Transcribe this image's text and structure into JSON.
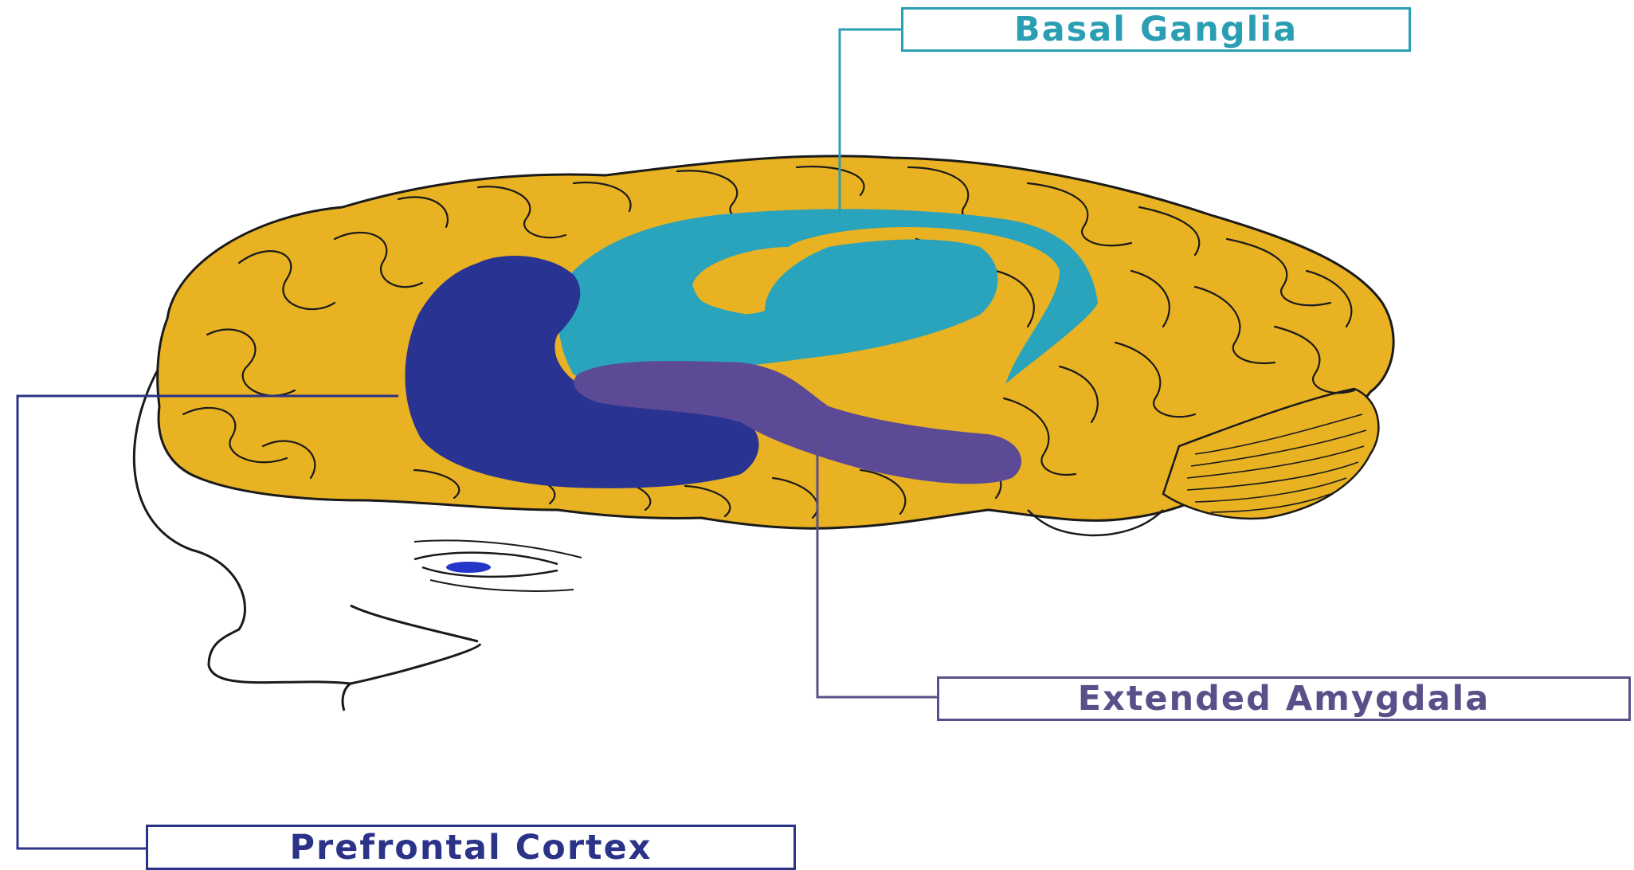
{
  "labels": {
    "basal_ganglia": "Basal Ganglia",
    "extended_amygdala": "Extended Amygdala",
    "prefrontal_cortex": "Prefrontal Cortex"
  },
  "colors": {
    "brain": "#e8b223",
    "basal_ganglia": "#2aa3bd",
    "prefrontal_cortex": "#293391",
    "extended_amygdala": "#5c4a96",
    "outline": "#1a1a1a"
  }
}
